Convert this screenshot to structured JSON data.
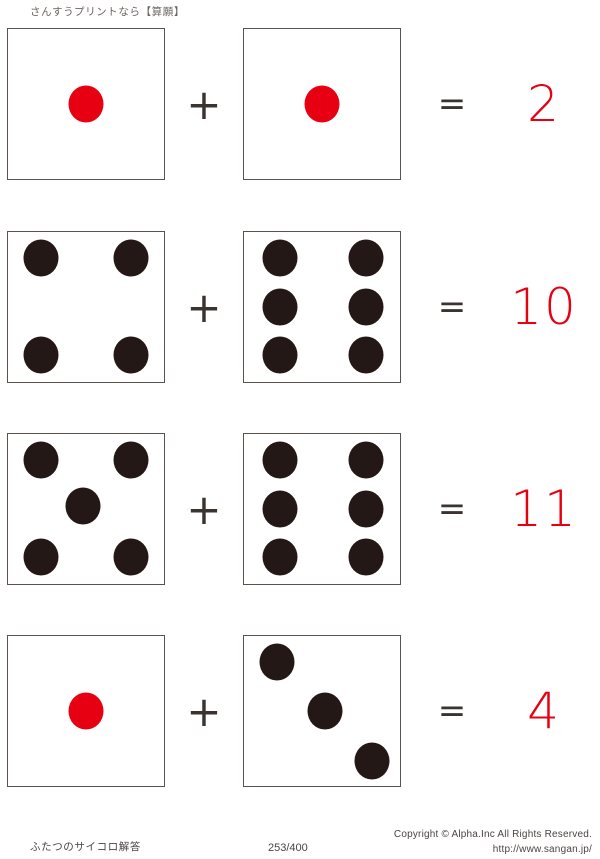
{
  "header": {
    "site_label": "さんすうプリントなら【算願】"
  },
  "colors": {
    "pip_dark": "#231815",
    "pip_red": "#e60012",
    "answer_red": "#e60012",
    "die_border": "#5b524e",
    "text": "#4a4442",
    "background": "#ffffff"
  },
  "worksheet": {
    "operator_plus": "+",
    "operator_equals": "=",
    "rows": [
      {
        "left_die": {
          "value": 1,
          "pip_color": "red",
          "pips": [
            {
              "x": 50,
              "y": 50
            }
          ]
        },
        "right_die": {
          "value": 1,
          "pip_color": "red",
          "pips": [
            {
              "x": 50,
              "y": 50
            }
          ]
        },
        "plus": "+",
        "equals": "=",
        "answer": "2"
      },
      {
        "left_die": {
          "value": 4,
          "pip_color": "dark",
          "pips": [
            {
              "x": 21,
              "y": 17
            },
            {
              "x": 79,
              "y": 17
            },
            {
              "x": 21,
              "y": 82
            },
            {
              "x": 79,
              "y": 82
            }
          ]
        },
        "right_die": {
          "value": 6,
          "pip_color": "dark",
          "pips": [
            {
              "x": 23,
              "y": 17
            },
            {
              "x": 78,
              "y": 17
            },
            {
              "x": 23,
              "y": 50
            },
            {
              "x": 78,
              "y": 50
            },
            {
              "x": 23,
              "y": 82
            },
            {
              "x": 78,
              "y": 82
            }
          ]
        },
        "plus": "+",
        "equals": "=",
        "answer": "10"
      },
      {
        "left_die": {
          "value": 5,
          "pip_color": "dark",
          "pips": [
            {
              "x": 21,
              "y": 17
            },
            {
              "x": 79,
              "y": 17
            },
            {
              "x": 48,
              "y": 48
            },
            {
              "x": 21,
              "y": 82
            },
            {
              "x": 79,
              "y": 82
            }
          ]
        },
        "right_die": {
          "value": 6,
          "pip_color": "dark",
          "pips": [
            {
              "x": 23,
              "y": 17
            },
            {
              "x": 78,
              "y": 17
            },
            {
              "x": 23,
              "y": 50
            },
            {
              "x": 78,
              "y": 50
            },
            {
              "x": 23,
              "y": 82
            },
            {
              "x": 78,
              "y": 82
            }
          ]
        },
        "plus": "+",
        "equals": "=",
        "answer": "11"
      },
      {
        "left_die": {
          "value": 1,
          "pip_color": "red",
          "pips": [
            {
              "x": 50,
              "y": 50
            }
          ]
        },
        "right_die": {
          "value": 3,
          "pip_color": "dark",
          "pips": [
            {
              "x": 21,
              "y": 17
            },
            {
              "x": 52,
              "y": 50
            },
            {
              "x": 82,
              "y": 83
            }
          ]
        },
        "plus": "+",
        "equals": "=",
        "answer": "4"
      }
    ]
  },
  "footer": {
    "title": "ふたつのサイコロ解答",
    "page": "253/400",
    "copyright": "Copyright ©  Alpha.Inc All Rights Reserved.",
    "url": "http://www.sangan.jp/"
  }
}
